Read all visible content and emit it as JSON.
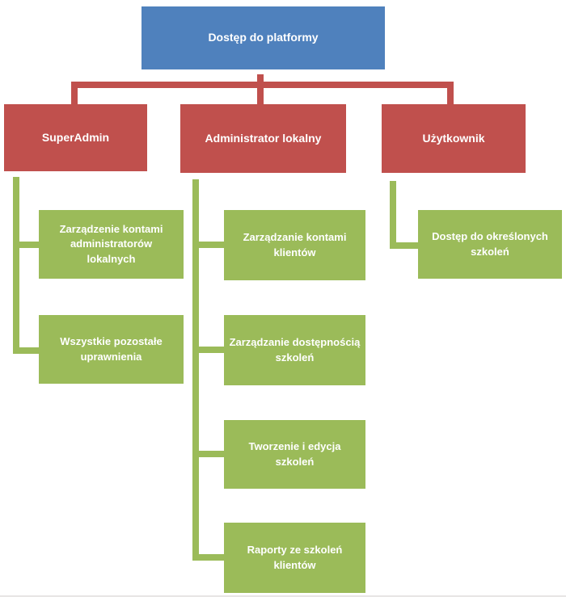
{
  "diagram": {
    "title": "Dostęp do platformy",
    "colors": {
      "root_fill": "#4f81bd",
      "role_fill": "#c0504d",
      "permission_fill": "#9bbb59",
      "text": "#ffffff"
    },
    "root": {
      "label": "Dostęp do platformy"
    },
    "roles": [
      {
        "label": "SuperAdmin",
        "permissions": [
          "Zarządzenie kontami\nadministratorów\nlokalnych",
          "Wszystkie pozostałe\nuprawnienia"
        ]
      },
      {
        "label": "Administrator lokalny",
        "permissions": [
          "Zarządzanie kontami\nklientów",
          "Zarządzanie dostępnością\nszkoleń",
          "Tworzenie i edycja\nszkoleń",
          "Raporty ze szkoleń\nklientów"
        ]
      },
      {
        "label": "Użytkownik",
        "permissions": [
          "Dostęp do określonych\nszkoleń"
        ]
      }
    ]
  }
}
